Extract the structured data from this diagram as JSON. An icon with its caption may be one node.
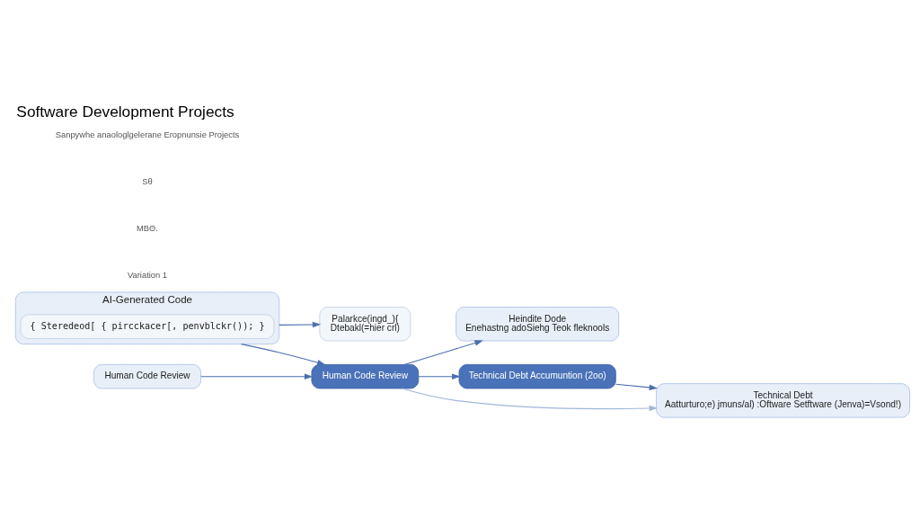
{
  "diagram": {
    "title": "Software Development Projects",
    "nodes": [
      {
        "text": [
          "AI-Generated Code"
        ]
      },
      {
        "text": [
          "{ Steredeod[ { pircckacer[, penvblckr()); }"
        ],
        "in": 0
      },
      {
        "text": [
          "Palarkce(ingd_){",
          "Dtebakl(=hier crl)"
        ]
      },
      {
        "text": [
          "Human Code Review"
        ]
      },
      {
        "text": [
          "Human Code Review"
        ]
      },
      {
        "text": [
          "Heindite Dode",
          "Enehastng adoSiehg Teok fleknools"
        ]
      },
      {
        "text": [
          "Technical Debt Accumuntion (2oo)"
        ]
      },
      {
        "text": [
          "Technical Debt",
          "Aatturturo;e) jmuns/al) :Oftware Setftware (Jenva)=Vsond!)"
        ]
      }
    ],
    "edges": [
      {
        "from": 0,
        "to": 4,
        "arrow": "to"
      },
      {
        "from": 0,
        "to": 2,
        "arrow": "to"
      },
      {
        "from": 3,
        "to": 4,
        "arrow": "to"
      },
      {
        "from": 4,
        "to": 5,
        "arrow": "to"
      },
      {
        "from": 4,
        "to": 6,
        "arrow": "to"
      },
      {
        "from": 6,
        "to": 7,
        "arrow": "to"
      },
      {
        "from": 4,
        "to": 7,
        "arrow": "to",
        "color": "#9fb6d8"
      }
    ],
    "labels": [
      "Variation 1",
      "MBΘ.",
      "Sθ",
      "Sanpywhe anaologlgelerane Eropnunsie Projects"
    ]
  }
}
